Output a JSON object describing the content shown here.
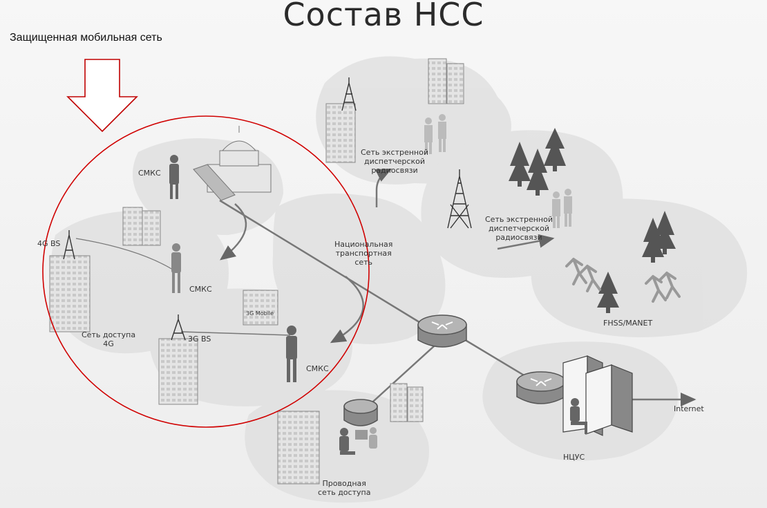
{
  "title": "Состав НСС",
  "mobile_network_label": "Защищенная мобильная сеть",
  "labels": {
    "smks_top": "СМКС",
    "smks_mid": "СМКС",
    "smks_bottom": "СМКС",
    "bs_4g": "4G BS",
    "bs_3g": "3G BS",
    "mobile_3g": "3G Mobile",
    "access_4g_line1": "Сеть доступа",
    "access_4g_line2": "4G",
    "emergency1_line1": "Сеть экстренной",
    "emergency1_line2": "диспетчерской",
    "emergency1_line3": "радиосвязи",
    "emergency2_line1": "Сеть экстренной",
    "emergency2_line2": "диспетчерской",
    "emergency2_line3": "радиосвязи",
    "transport_line1": "Национальная",
    "transport_line2": "транспортная",
    "transport_line3": "сеть",
    "fhss": "FHSS/MANET",
    "wired_line1": "Проводная",
    "wired_line2": "сеть доступа",
    "internet": "Internet",
    "ncus": "НЦУС"
  },
  "colors": {
    "highlight_circle": "#d00000",
    "arrow_outline": "#c00000",
    "ink": "#555555",
    "cloud": "#dcdcdc"
  }
}
